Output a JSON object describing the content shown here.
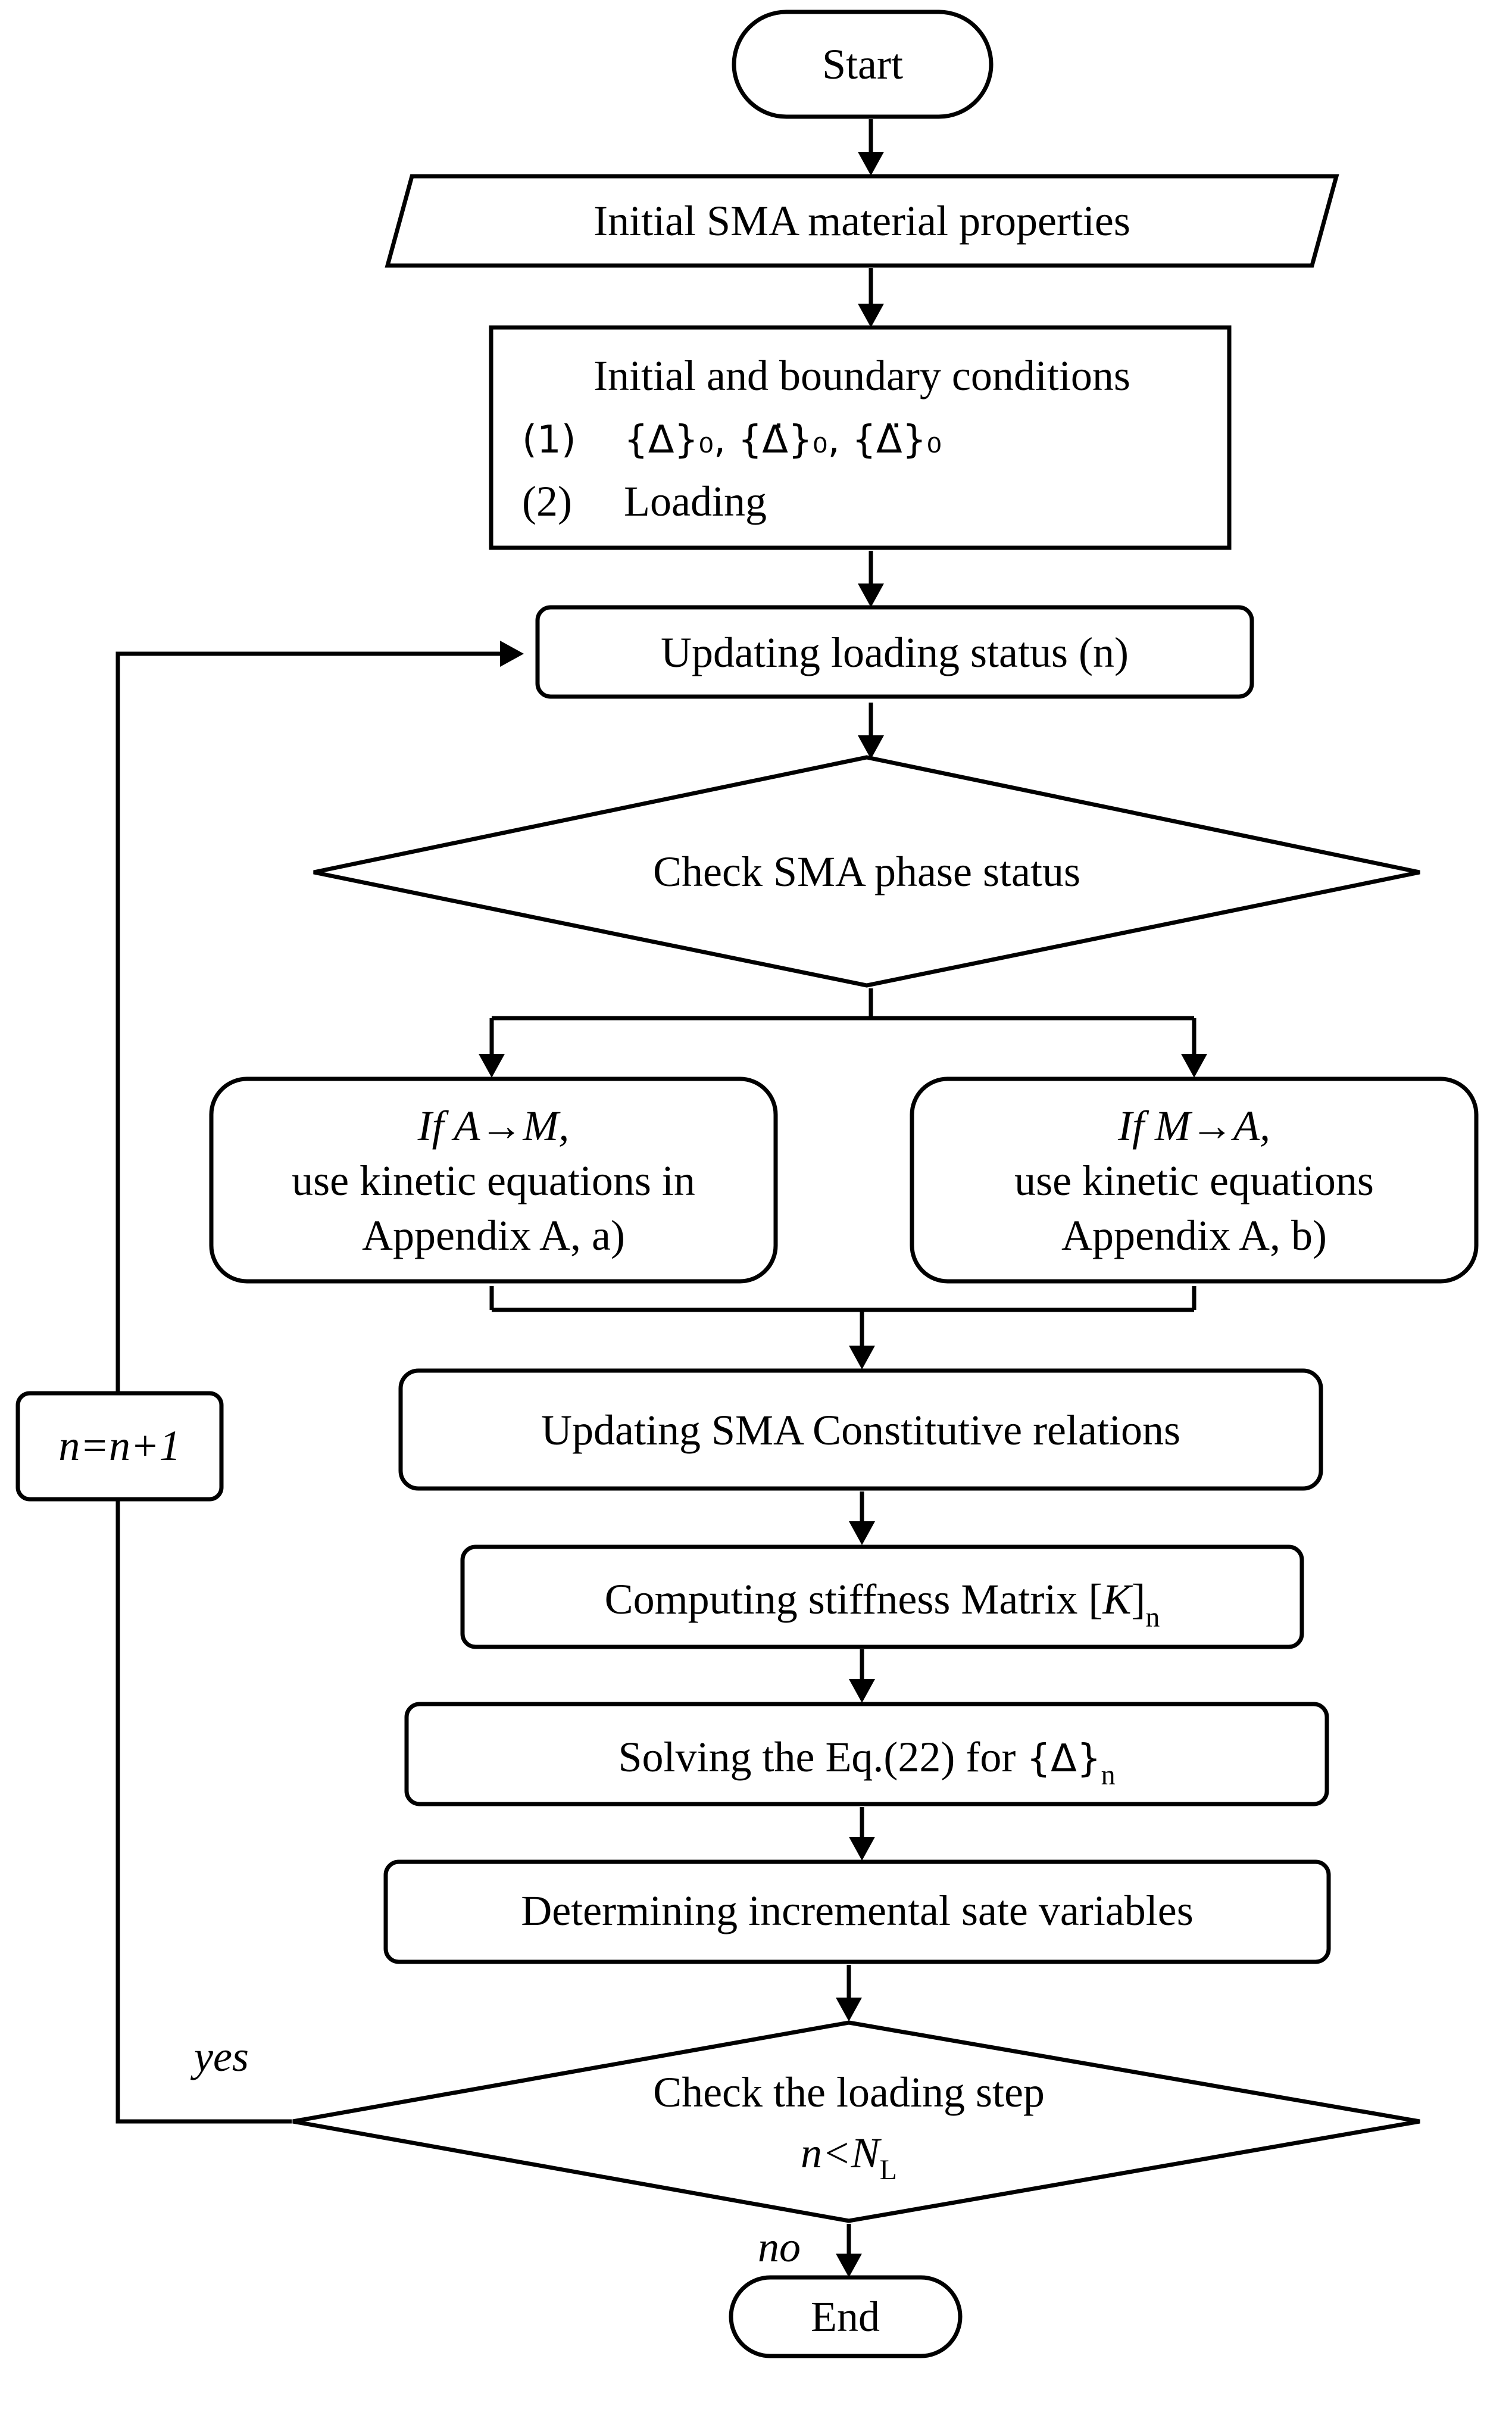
{
  "nodes": {
    "start": "Start",
    "material": "Initial SMA material properties",
    "conditions": {
      "title": "Initial and boundary conditions",
      "item1_num": "(1)",
      "item1_math": "{Δ}₀, {Δ̇}₀, {Δ̈}₀",
      "item2_num": "(2)",
      "item2_text": "Loading"
    },
    "updating_loading": "Updating loading status (n)",
    "check_phase": "Check SMA phase status",
    "branch_a": {
      "line1": "If A→M,",
      "line2": "use kinetic equations in",
      "line3": "Appendix A, a)"
    },
    "branch_b": {
      "line1": "If M→A,",
      "line2": "use kinetic equations",
      "line3": "Appendix A, b)"
    },
    "updating_constitutive": "Updating SMA Constitutive relations",
    "stiffness": {
      "text": "Computing stiffness Matrix [",
      "symbol": "K",
      "close": "]",
      "sub": "n"
    },
    "solving": {
      "text": "Solving the Eq.(22) for ",
      "symbol": "{Δ}",
      "sub": "n"
    },
    "determining": "Determining incremental sate variables",
    "check_step": {
      "line1": "Check the loading step",
      "cond_n": "n<N",
      "cond_sub": "L"
    },
    "counter": "n=n+1",
    "end": "End"
  },
  "edge_labels": {
    "yes": "yes",
    "no": "no"
  }
}
